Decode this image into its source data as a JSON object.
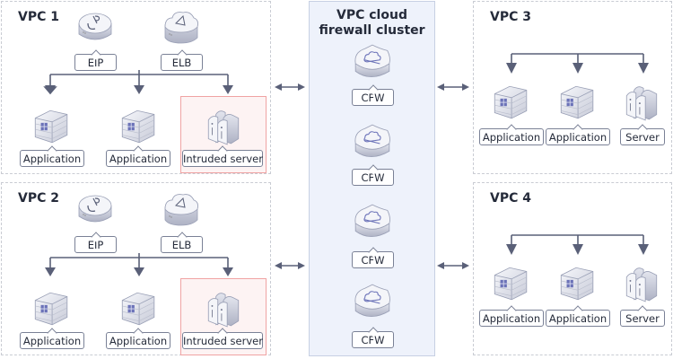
{
  "diagram": {
    "cluster": {
      "title_line1": "VPC cloud",
      "title_line2": "firewall cluster",
      "nodes": [
        {
          "label": "CFW",
          "icon": "cloud-firewall-icon"
        },
        {
          "label": "CFW",
          "icon": "cloud-firewall-icon"
        },
        {
          "label": "CFW",
          "icon": "cloud-firewall-icon"
        },
        {
          "label": "CFW",
          "icon": "cloud-firewall-icon"
        }
      ]
    },
    "vpcs": [
      {
        "title": "VPC 1",
        "gateways": [
          {
            "label": "EIP",
            "icon": "eip-icon"
          },
          {
            "label": "ELB",
            "icon": "elb-icon"
          }
        ],
        "nodes": [
          {
            "label": "Application",
            "icon": "application-firewall-wall-icon"
          },
          {
            "label": "Application",
            "icon": "application-firewall-wall-icon"
          },
          {
            "label": "Intruded server",
            "icon": "server-icon",
            "highlight": true
          }
        ]
      },
      {
        "title": "VPC 2",
        "gateways": [
          {
            "label": "EIP",
            "icon": "eip-icon"
          },
          {
            "label": "ELB",
            "icon": "elb-icon"
          }
        ],
        "nodes": [
          {
            "label": "Application",
            "icon": "application-firewall-wall-icon"
          },
          {
            "label": "Application",
            "icon": "application-firewall-wall-icon"
          },
          {
            "label": "Intruded server",
            "icon": "server-icon",
            "highlight": true
          }
        ]
      },
      {
        "title": "VPC 3",
        "nodes": [
          {
            "label": "Application",
            "icon": "application-firewall-wall-icon"
          },
          {
            "label": "Application",
            "icon": "application-firewall-wall-icon"
          },
          {
            "label": "Server",
            "icon": "server-icon"
          }
        ]
      },
      {
        "title": "VPC 4",
        "nodes": [
          {
            "label": "Application",
            "icon": "application-firewall-wall-icon"
          },
          {
            "label": "Application",
            "icon": "application-firewall-wall-icon"
          },
          {
            "label": "Server",
            "icon": "server-icon"
          }
        ]
      }
    ],
    "colors": {
      "connector": "#5a6078",
      "highlight_border": "#f0a3a3",
      "highlight_fill": "#fdf3f3",
      "cluster_fill": "#eef2fb",
      "icon_accent": "#6b72b8"
    }
  }
}
